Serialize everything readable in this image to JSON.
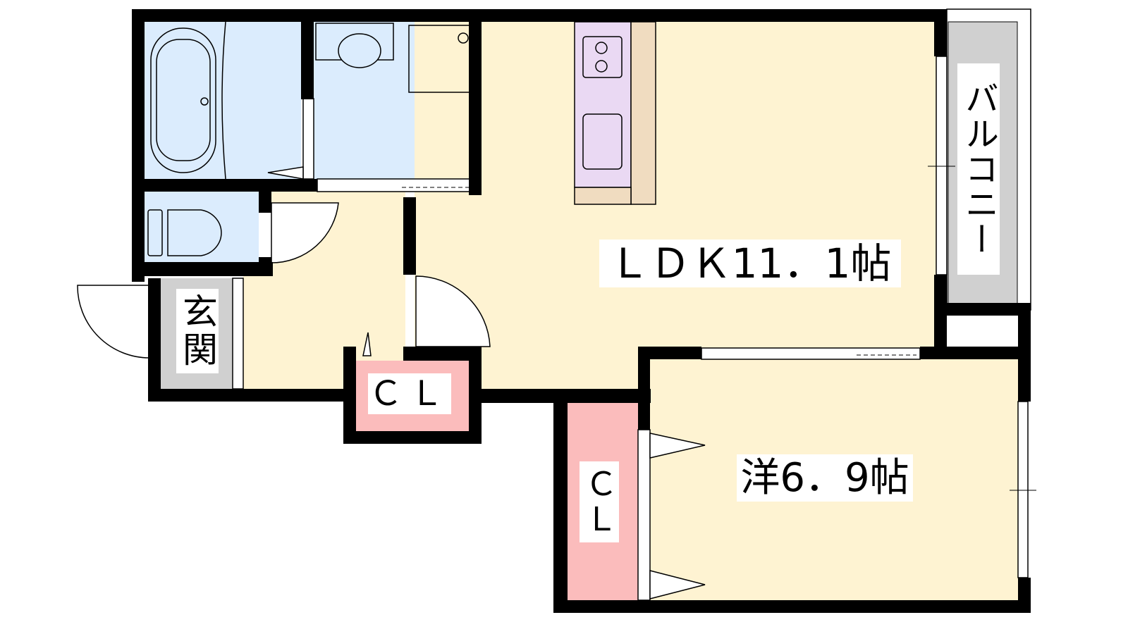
{
  "rooms": {
    "ldk": "ＬＤＫ11．1帖",
    "western": "洋6．9帖",
    "closet_1": "ＣＬ",
    "closet_2": "ＣＬ",
    "entrance": "玄関",
    "balcony": "バルコニー"
  },
  "colors": {
    "wall": "#000000",
    "wet_area": "#dbecfd",
    "floor": "#fef3d2",
    "closet": "#fbbcbc",
    "entrance": "#d0d0d0",
    "balcony": "#d0d0d0",
    "kitchen": "#ead9f3",
    "counter": "#f0dcc0"
  }
}
